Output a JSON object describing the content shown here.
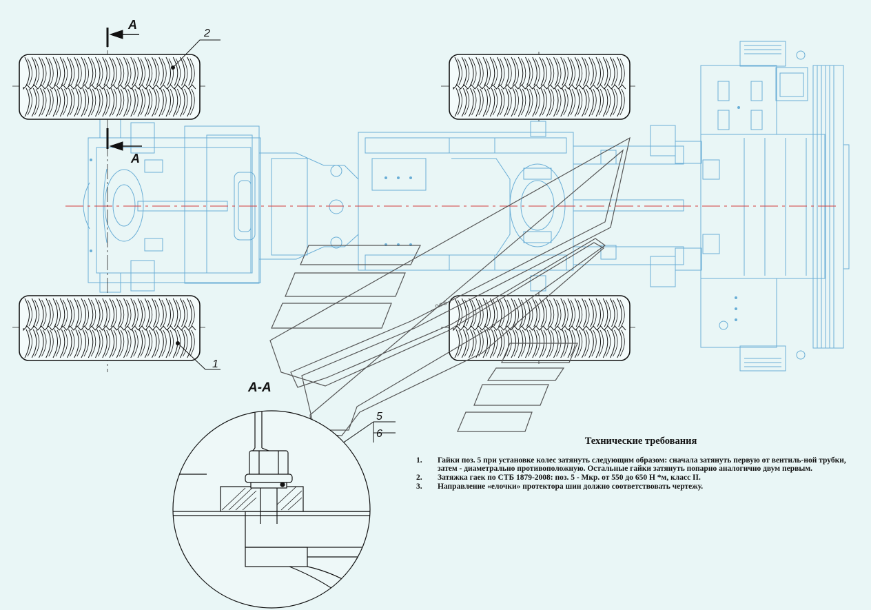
{
  "callouts": {
    "part_1": "1",
    "part_2": "2",
    "part_5": "5",
    "part_6": "6"
  },
  "section": {
    "mark_top": "A",
    "mark_bottom": "A",
    "view_title": "А-А"
  },
  "technical_requirements": {
    "title": "Технические требования",
    "items": [
      {
        "num": "1.",
        "text": "Гайки поз. 5 при установке колес затянуть следующим образом: сначала затянуть первую от вентиль-ной трубки, затем - диаметрально противоположную. Остальные гайки затянуть попарно аналогично двум первым."
      },
      {
        "num": "2.",
        "text": "Затяжка гаек по СТБ 1879-2008: поз. 5 - Мкр. от 550 до 650 Н *м, класс II."
      },
      {
        "num": "3.",
        "text": "Направление «елочки» протектора шин должно соответствовать чертежу."
      }
    ]
  },
  "colors": {
    "background": "#e9f6f6",
    "chassis_lines": "#6aaed6",
    "tire_lines": "#111111",
    "centerline": "#d43a3a",
    "chevron_outline": "#555555"
  }
}
